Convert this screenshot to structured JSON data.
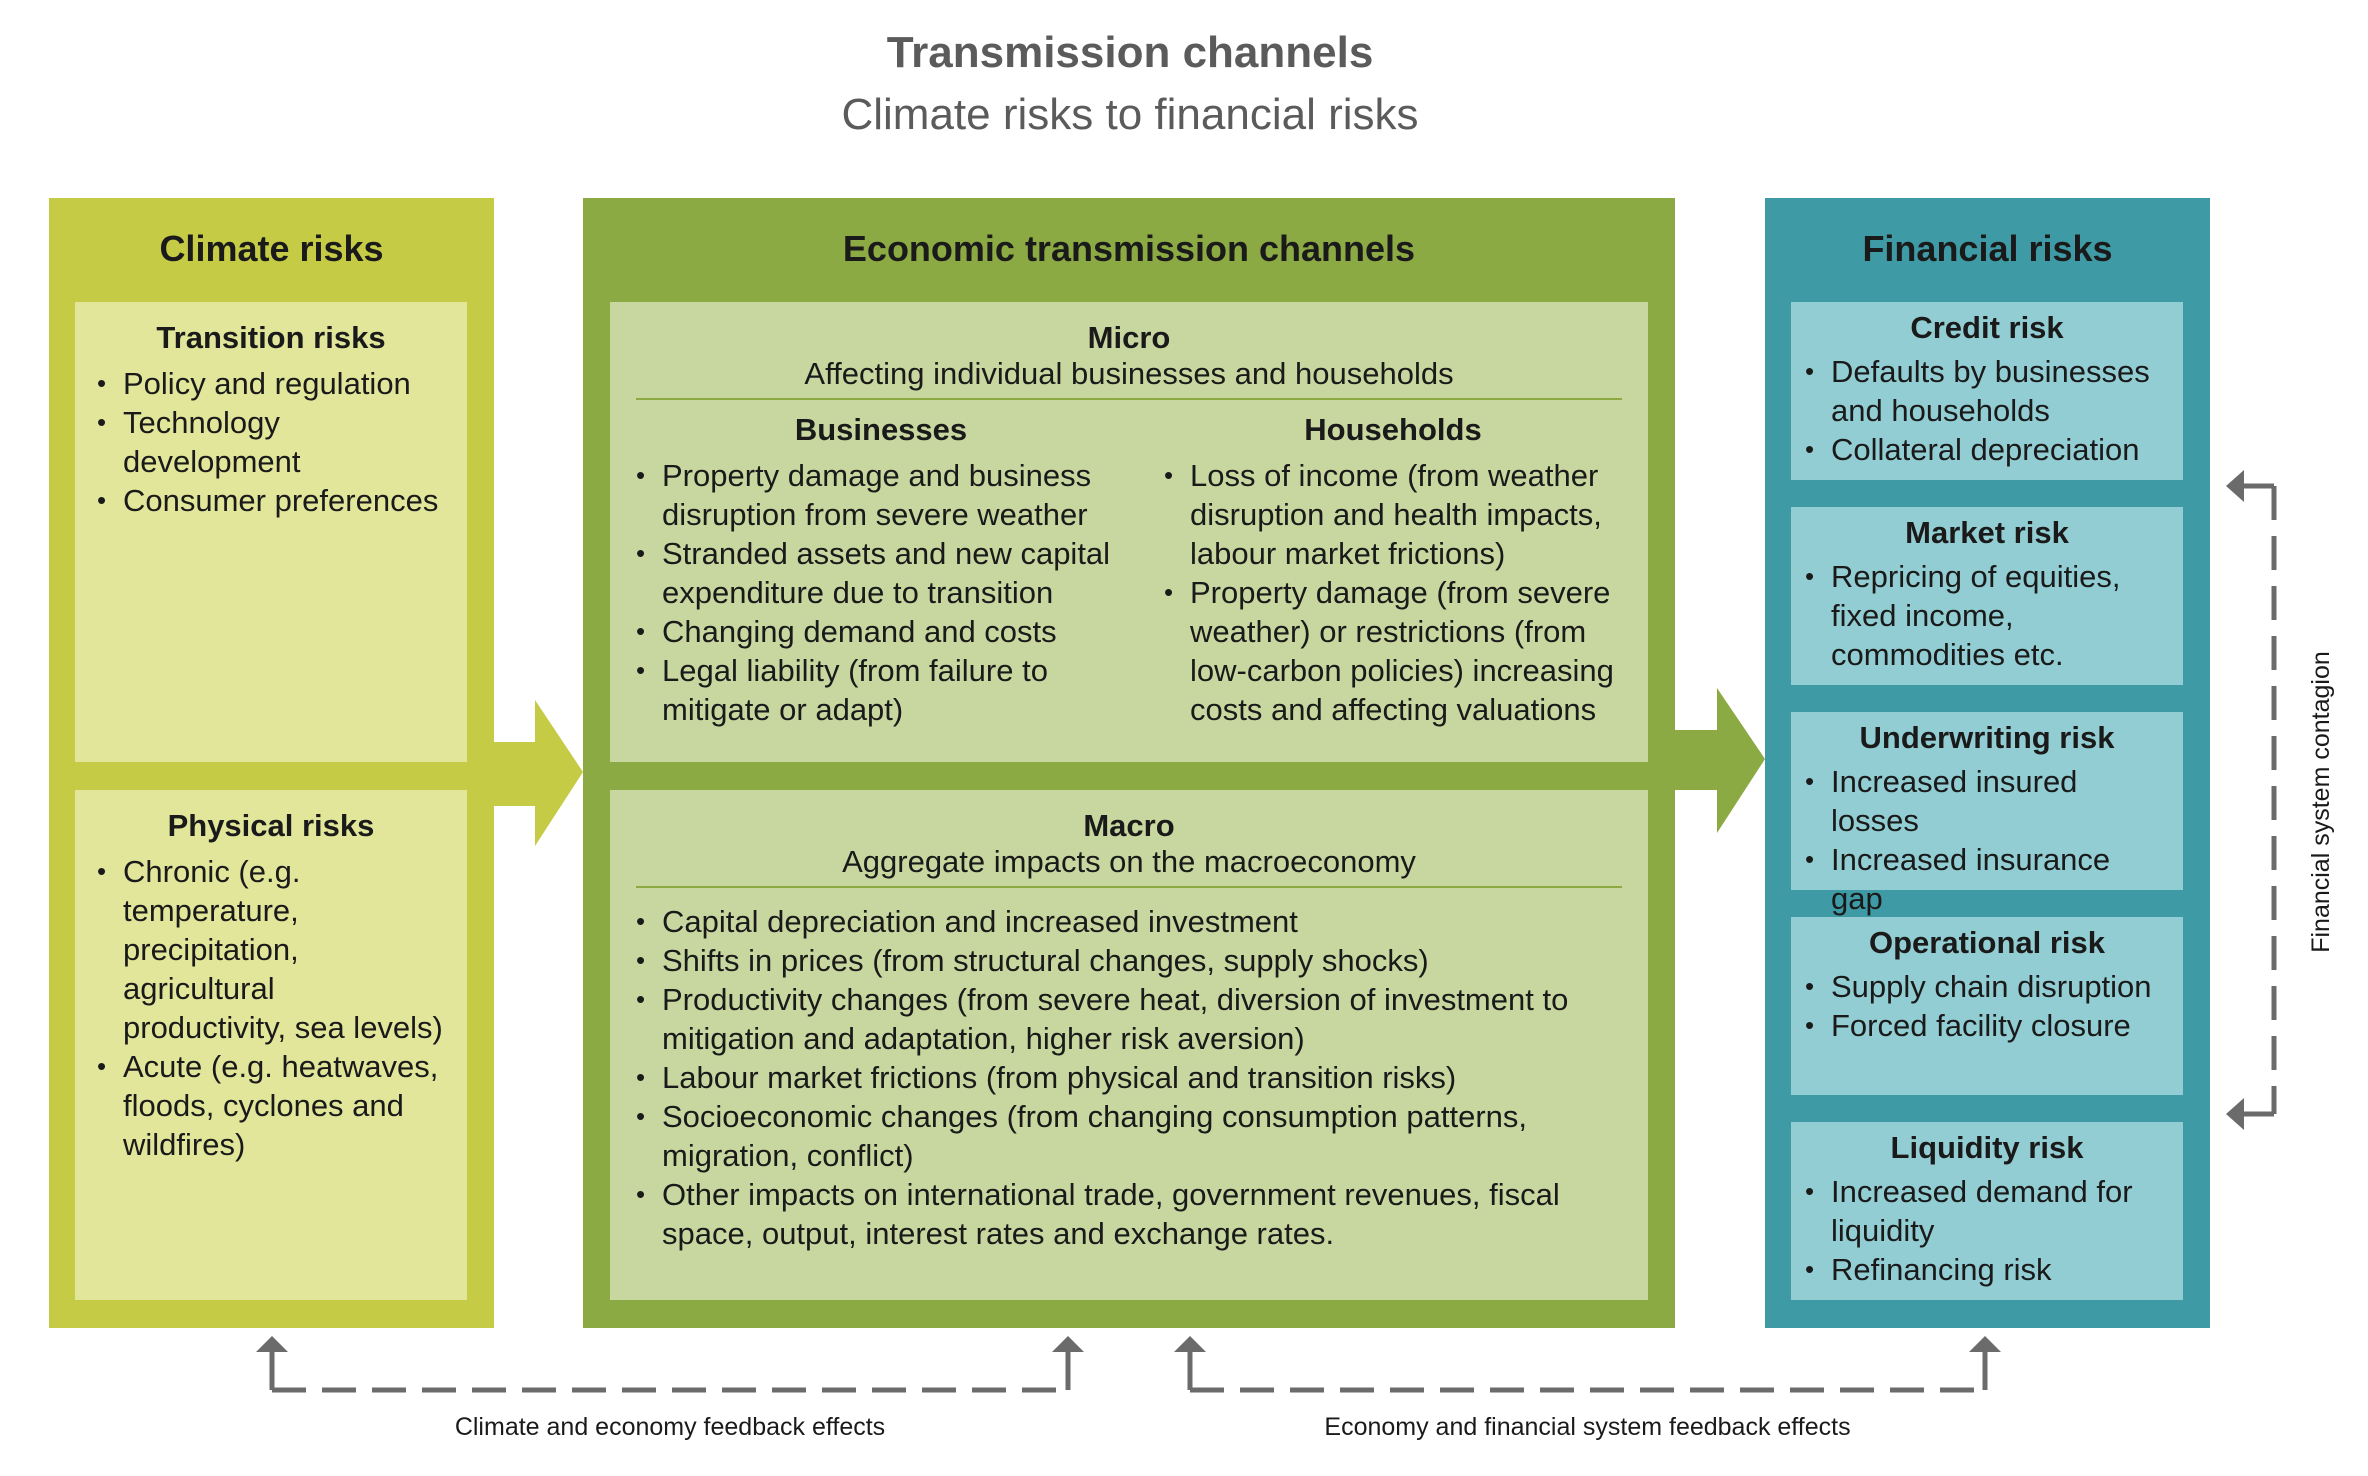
{
  "header": {
    "title": "Transmission channels",
    "subtitle": "Climate risks to financial risks"
  },
  "colors": {
    "climate_frame": "#c5cb45",
    "climate_panel": "#e1e69a",
    "economic_frame": "#8caa44",
    "economic_panel": "#c8d79f",
    "financial_frame": "#3e9aa4",
    "financial_panel": "#91cdd2",
    "feedback_arrow": "#6b6b6b"
  },
  "climate": {
    "heading": "Climate risks",
    "transition": {
      "title": "Transition risks",
      "items": [
        "Policy and regulation",
        "Technology development",
        "Consumer preferences"
      ]
    },
    "physical": {
      "title": "Physical risks",
      "items": [
        "Chronic (e.g. temperature, precipitation, agricultural productivity, sea levels)",
        "Acute (e.g. heatwaves, floods, cyclones and wildfires)"
      ]
    }
  },
  "economic": {
    "heading": "Economic transmission channels",
    "micro": {
      "title": "Micro",
      "subtitle": "Affecting individual businesses and households",
      "businesses": {
        "title": "Businesses",
        "items": [
          "Property damage and business disruption from severe weather",
          "Stranded assets and new capital expenditure due to transition",
          "Changing demand and costs",
          "Legal liability (from failure to mitigate or adapt)"
        ]
      },
      "households": {
        "title": "Households",
        "items": [
          "Loss of income (from weather disruption and health impacts, labour market frictions)",
          "Property damage (from severe weather) or restrictions (from low-carbon policies) increasing costs and affecting valuations"
        ]
      }
    },
    "macro": {
      "title": "Macro",
      "subtitle": "Aggregate impacts on the macroeconomy",
      "items": [
        "Capital depreciation and increased investment",
        "Shifts in prices (from structural changes, supply shocks)",
        "Productivity changes (from severe heat, diversion of investment to mitigation and adaptation, higher risk aversion)",
        "Labour market frictions (from physical and transition risks)",
        "Socioeconomic changes (from changing consumption patterns, migration, conflict)",
        "Other impacts on international trade, government revenues, fiscal space, output, interest rates and exchange rates."
      ]
    }
  },
  "financial": {
    "heading": "Financial risks",
    "panels": [
      {
        "title": "Credit risk",
        "items": [
          "Defaults by businesses and households",
          "Collateral depreciation"
        ]
      },
      {
        "title": "Market risk",
        "items": [
          "Repricing of equities, fixed income, commodities etc."
        ]
      },
      {
        "title": "Underwriting risk",
        "items": [
          "Increased insured losses",
          "Increased insurance gap"
        ]
      },
      {
        "title": "Operational risk",
        "items": [
          "Supply chain disruption",
          "Forced facility closure"
        ]
      },
      {
        "title": "Liquidity risk",
        "items": [
          "Increased demand for liquidity",
          "Refinancing risk"
        ]
      }
    ]
  },
  "feedback": {
    "left_caption": "Climate and economy feedback effects",
    "right_caption": "Economy and financial system feedback effects",
    "side_caption": "Financial system contagion"
  }
}
